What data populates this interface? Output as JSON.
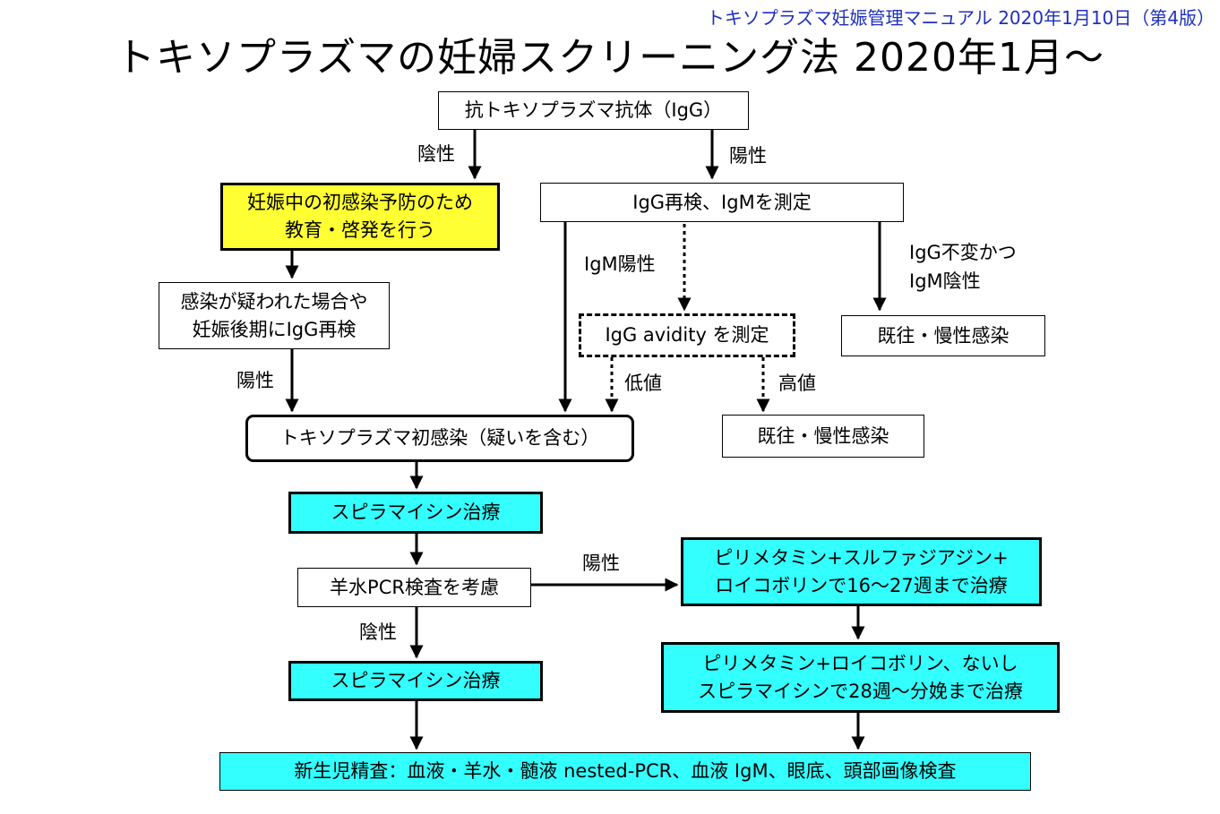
{
  "header": {
    "note": "トキソプラズマ妊娠管理マニュアル 2020年1月10日（第4版）",
    "title": "トキソプラズマの妊婦スクリーニング法 2020年1月〜"
  },
  "colors": {
    "note_text": "#1f2fbf",
    "yellow_box": "#ffff33",
    "cyan_box": "#33ffff",
    "line": "#000000"
  },
  "nodes": {
    "antibody": "抗トキソプラズマ抗体（IgG）",
    "education": [
      "妊娠中の初感染予防のため",
      "教育・啓発を行う"
    ],
    "suspect_retest": [
      "感染が疑われた場合や",
      "妊娠後期にIgG再検"
    ],
    "retest_igm": "IgG再検、IgMを測定",
    "avidity": "IgG avidity を測定",
    "past_infection_right": "既往・慢性感染",
    "past_infection_mid": "既往・慢性感染",
    "primary_infection": "トキソプラズマ初感染（疑いを含む）",
    "spiramycin_1": "スピラマイシン治療",
    "amnio_pcr": "羊水PCR検査を考慮",
    "pyrimethamine_1": [
      "ピリメタミン+スルファジアジン+",
      "ロイコボリンで16〜27週まで治療"
    ],
    "spiramycin_2": "スピラマイシン治療",
    "pyrimethamine_2": [
      "ピリメタミン+ロイコボリン、ないし",
      "スピラマイシンで28週〜分娩まで治療"
    ],
    "neonatal": "新生児精査：血液・羊水・髄液 nested-PCR、血液 IgM、眼底、頭部画像検査"
  },
  "edge_labels": {
    "negative_1": "陰性",
    "positive_1": "陽性",
    "igm_positive": "IgM陽性",
    "igg_unchanged": [
      "IgG不変かつ",
      "IgM陰性"
    ],
    "positive_2": "陽性",
    "low": "低値",
    "high": "高値",
    "positive_3": "陽性",
    "negative_2": "陰性"
  }
}
